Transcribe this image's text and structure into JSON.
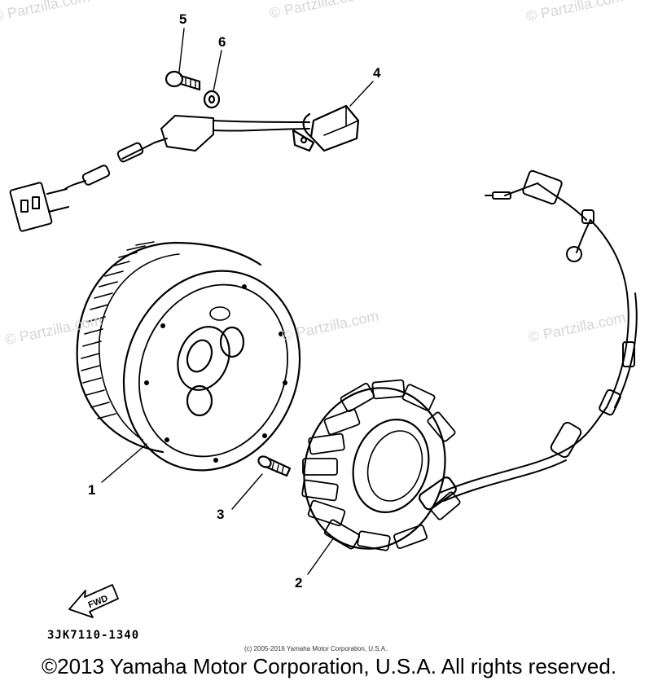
{
  "watermark": "© Partzilla.com",
  "callouts": {
    "c1": "1",
    "c2": "2",
    "c3": "3",
    "c4": "4",
    "c5": "5",
    "c6": "6"
  },
  "fwd_label": "FWD",
  "part_code": "3JK7110-1340",
  "small_copyright": "(c) 2005-2016 Yamaha Motor Corporation, U.S.A.",
  "copyright": "©2013 Yamaha Motor Corporation, U.S.A. All rights reserved."
}
